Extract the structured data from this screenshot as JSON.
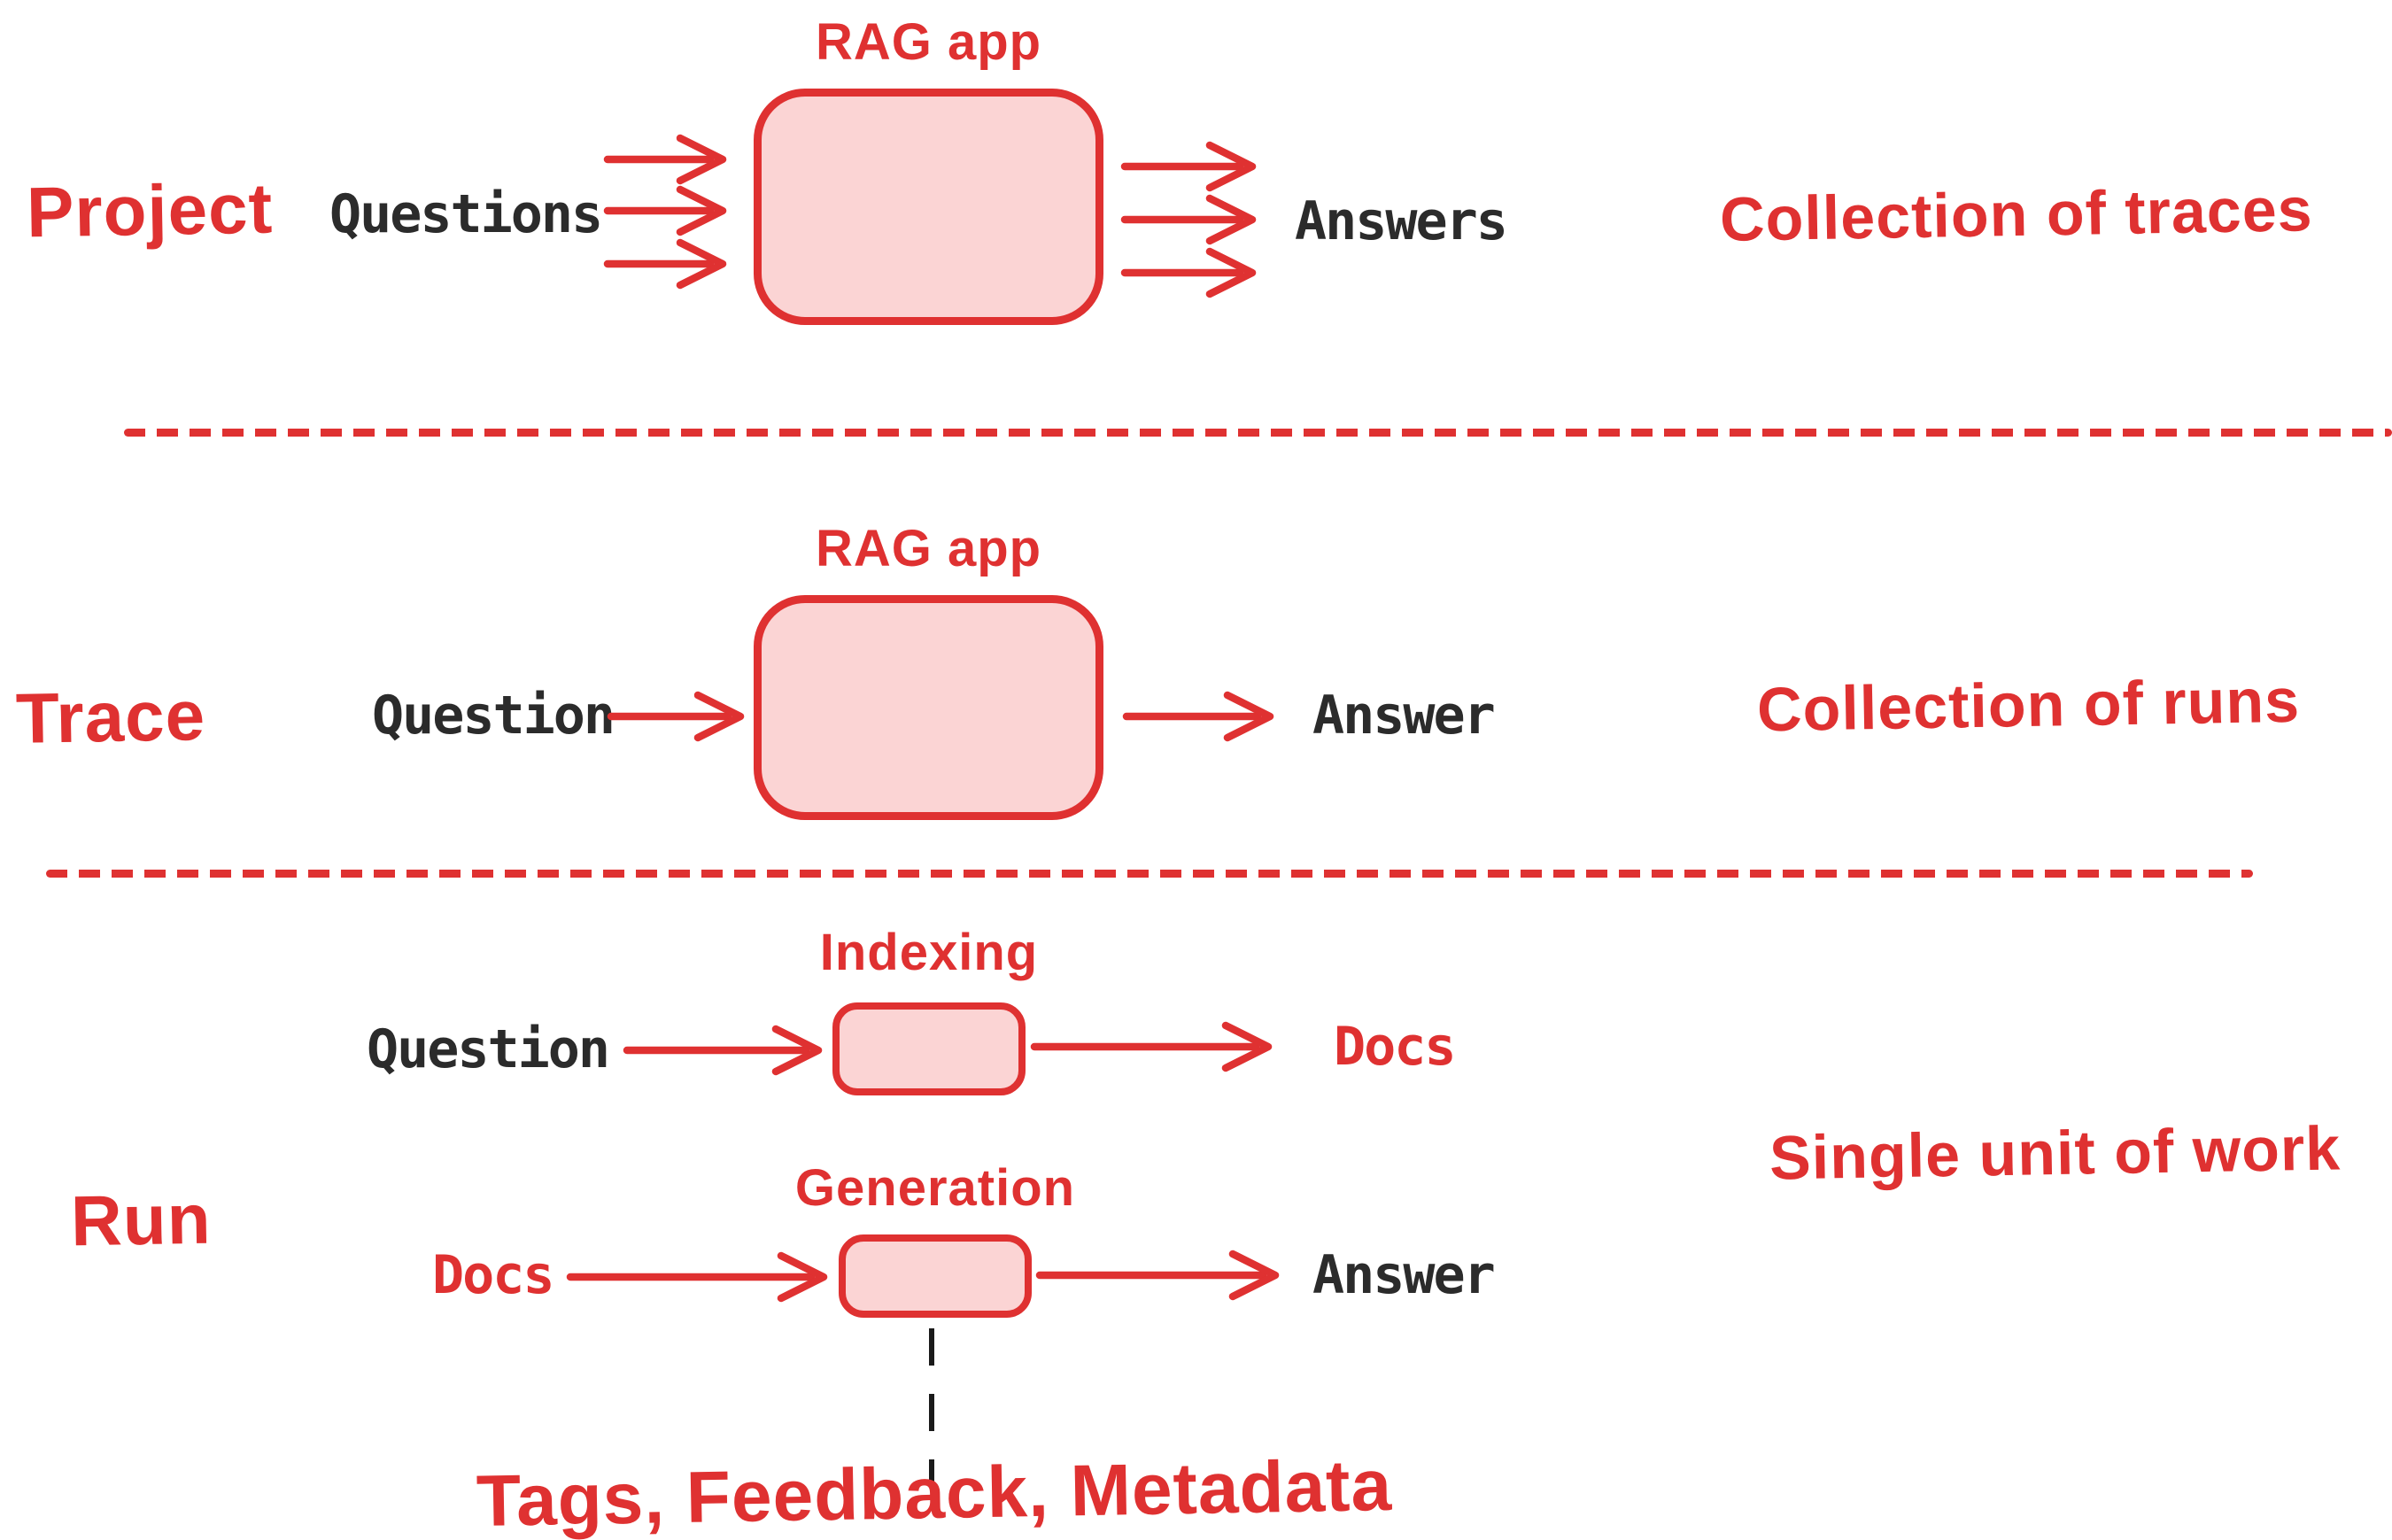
{
  "colors": {
    "accent_red": "#df3131",
    "box_fill": "#fbd4d4",
    "text_ink": "#2b2b2b",
    "connector_black": "#1a1a1a"
  },
  "project_row": {
    "label": "Project",
    "input_label": "Questions",
    "box_title": "RAG app",
    "output_label": "Answers",
    "annotation": "Collection of traces"
  },
  "trace_row": {
    "label": "Trace",
    "input_label": "Question",
    "box_title": "RAG app",
    "output_label": "Answer",
    "annotation": "Collection of runs"
  },
  "run_row": {
    "label": "Run",
    "annotation": "Single unit of work",
    "indexing_step": {
      "box_title": "Indexing",
      "input_label": "Question",
      "output_label": "Docs"
    },
    "generation_step": {
      "box_title": "Generation",
      "input_label": "Docs",
      "output_label": "Answer"
    },
    "metadata_note": "Tags, Feedback, Metadata"
  }
}
